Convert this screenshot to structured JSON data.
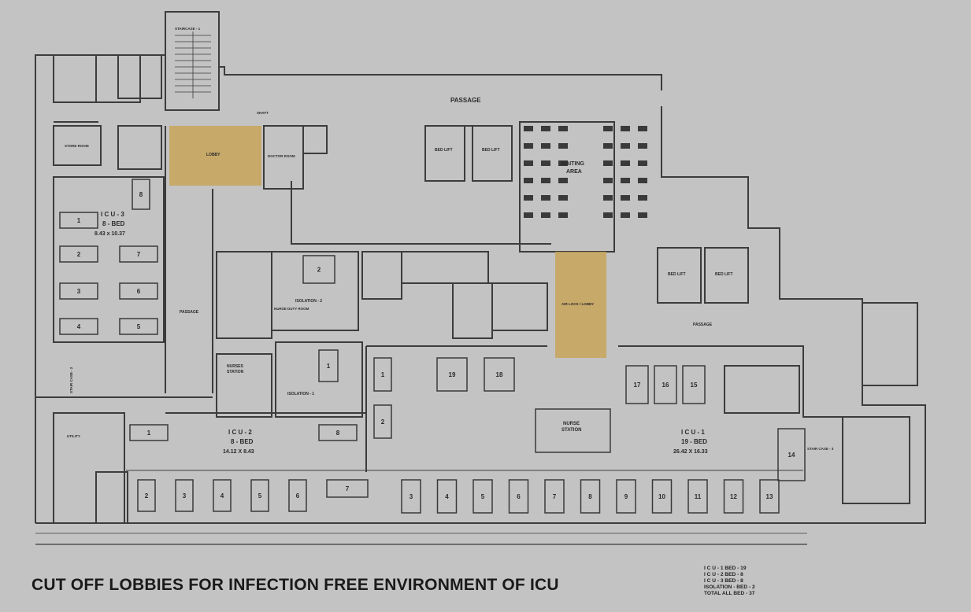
{
  "caption": "CUT OFF LOBBIES FOR INFECTION FREE ENVIRONMENT  OF ICU",
  "summary": [
    "I C U - 1 BED - 19",
    "I C U - 2 BED - 8",
    "I C U - 3 BED - 8",
    "ISOLATION - BED - 2",
    "TOTAL ALL BED - 37"
  ],
  "areas": {
    "passage_top": "PASSAGE",
    "passage_left": "PASSAGE",
    "passage_right": "PASSAGE",
    "waiting": [
      "WAITING",
      "AREA"
    ],
    "icu3": [
      "I C U - 3",
      "8 - BED",
      "8.43 x 10.37"
    ],
    "icu2": [
      "I C U - 2",
      "8 - BED",
      "14.12 X 8.43"
    ],
    "icu1": [
      "I C U - 1",
      "19 - BED",
      "26.42 X 16.33"
    ],
    "nurse_station_center": [
      "NURSE",
      "STATION"
    ],
    "nurse_station_left": [
      "NURSES",
      "STATION"
    ],
    "isolation1": "ISOLATION - 1",
    "isolation2": "ISOLATION - 2",
    "lobby": "LOBBY",
    "air_lock": "AIR LOCK / LOBBY",
    "bed_lift": "BED LIFT",
    "staircase1": "STAIRCASE - 1",
    "staircase2": "STAIR CASE - 2",
    "staircase3": "STAIR CASE - 3",
    "store_room": "STORE ROOM",
    "utility": "UTILITY",
    "nurse_duty": "NURSE DUTY ROOM",
    "doctor_room": "DOCTOR ROOM",
    "shaft": "SHAFT"
  },
  "beds": {
    "icu3": [
      "1",
      "2",
      "3",
      "4",
      "5",
      "6",
      "7",
      "8"
    ],
    "icu2_bottom": [
      "2",
      "3",
      "4",
      "5",
      "6",
      "7"
    ],
    "icu2_single": "1",
    "icu2_mid": "8",
    "isolation": [
      "1",
      "2"
    ],
    "icu1_bottom": [
      "3",
      "4",
      "5",
      "6",
      "7",
      "8",
      "9",
      "10",
      "11",
      "12",
      "13"
    ],
    "icu1_center": [
      "1",
      "2"
    ],
    "icu1_upper": [
      "19",
      "18"
    ],
    "icu1_right": [
      "17",
      "16",
      "15"
    ],
    "icu1_side": "14"
  },
  "colors": {
    "background": "#c3c3c3",
    "line": "#3a3a3a",
    "highlight": "#c8a55a"
  }
}
